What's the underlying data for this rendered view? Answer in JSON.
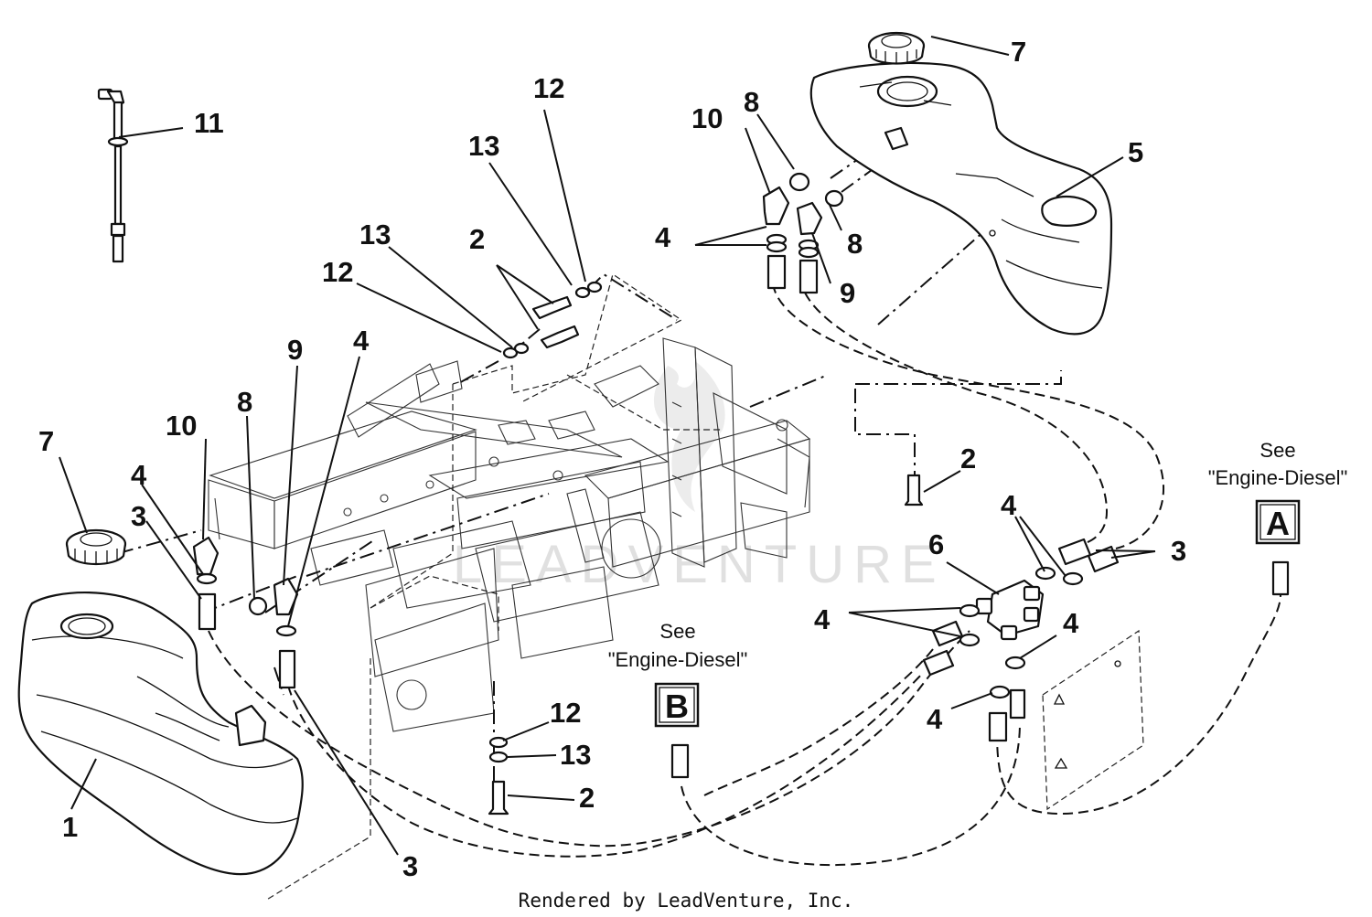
{
  "callouts": {
    "c1": "1",
    "c2a": "2",
    "c2b": "2",
    "c2c": "2",
    "c3a": "3",
    "c3b": "3",
    "c3c": "3",
    "c4a": "4",
    "c4b": "4",
    "c4c": "4",
    "c4d": "4",
    "c4e": "4",
    "c4f": "4",
    "c5": "5",
    "c6": "6",
    "c7a": "7",
    "c7b": "7",
    "c8a": "8",
    "c8b": "8",
    "c8c": "8",
    "c9a": "9",
    "c9b": "9",
    "c10a": "10",
    "c10b": "10",
    "c11": "11",
    "c12a": "12",
    "c12b": "12",
    "c12c": "12",
    "c13a": "13",
    "c13b": "13",
    "c13c": "13"
  },
  "references": {
    "a": {
      "see": "See",
      "target": "\"Engine-Diesel\"",
      "letter": "A"
    },
    "b": {
      "see": "See",
      "target": "\"Engine-Diesel\"",
      "letter": "B"
    }
  },
  "watermark": "LEADVENTURE",
  "footer": "Rendered by LeadVenture, Inc."
}
